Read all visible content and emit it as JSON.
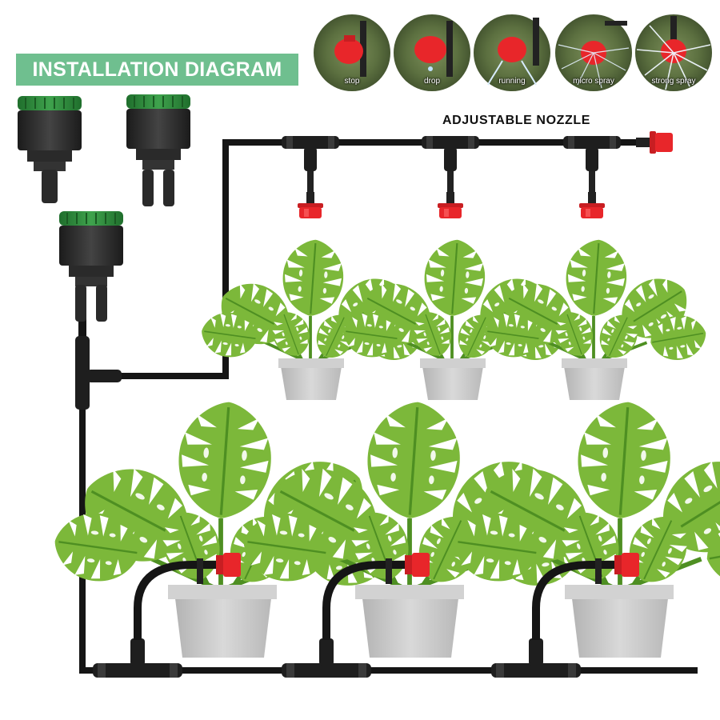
{
  "diagram": {
    "title": "INSTALLATION DIAGRAM",
    "nozzle_label": "ADJUSTABLE NOZZLE",
    "nozzle_modes": [
      "stop",
      "drop",
      "running",
      "micro spray",
      "strong spray"
    ],
    "colors": {
      "banner": "#6fbf8f",
      "tube": "#151515",
      "nozzle": "#e8262a",
      "leaf": "#7cb83a",
      "leaf_dark": "#4e8f22",
      "pot": "#c8c8c8",
      "adapter_cap": "#2f8c3c",
      "adapter_body": "#2a2a2a"
    }
  }
}
